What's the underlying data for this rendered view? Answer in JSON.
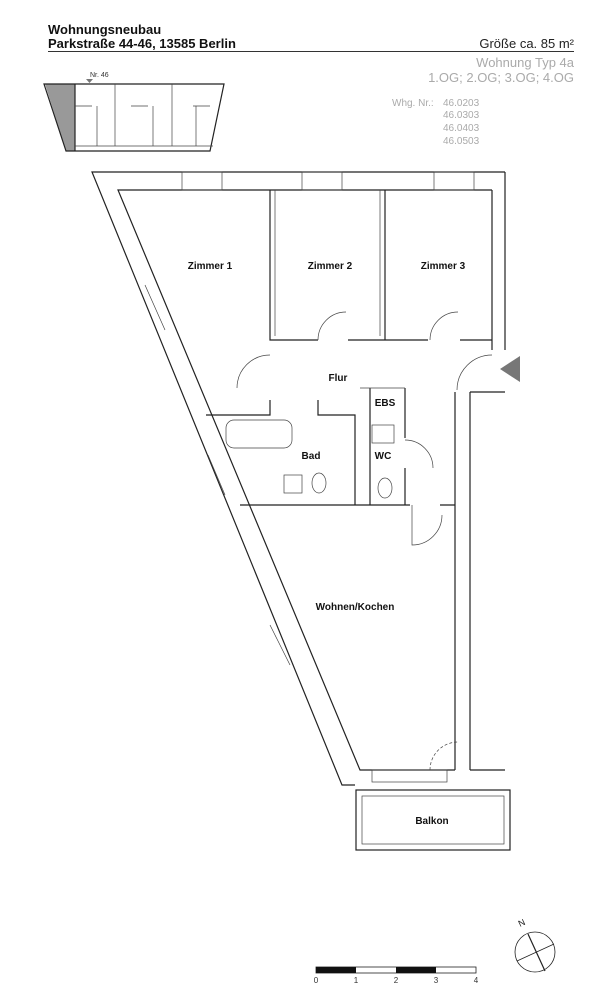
{
  "header": {
    "project": "Wohnungsneubau",
    "address": "Parkstraße 44-46, 13585 Berlin",
    "size": "Größe ca. 85 m²",
    "type": "Wohnung Typ 4a",
    "floors": "1.OG; 2.OG; 3.OG; 4.OG",
    "unit_label": "Whg. Nr.:",
    "unit_numbers": [
      "46.0203",
      "46.0303",
      "46.0403",
      "46.0503"
    ]
  },
  "keyplan": {
    "label": "Nr. 46"
  },
  "rooms": {
    "zimmer1": "Zimmer 1",
    "zimmer2": "Zimmer 2",
    "zimmer3": "Zimmer 3",
    "flur": "Flur",
    "ebs": "EBS",
    "bad": "Bad",
    "wc": "WC",
    "wohnen": "Wohnen/Kochen",
    "balkon": "Balkon"
  },
  "scale": {
    "ticks": [
      "0",
      "1",
      "2",
      "3",
      "4"
    ]
  },
  "compass": {
    "label": "N"
  },
  "colors": {
    "highlight": "#999999",
    "entry_arrow": "#777777"
  }
}
